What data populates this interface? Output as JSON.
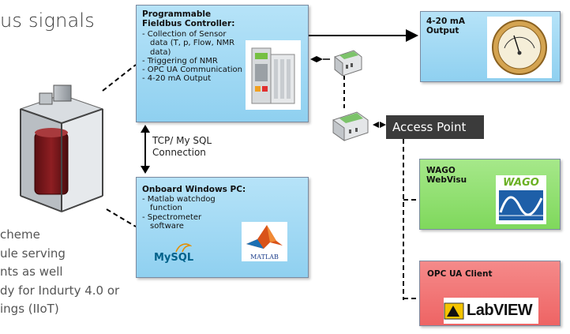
{
  "slide": {
    "title": "us signals",
    "body_lines": [
      "cheme",
      "ule serving",
      "nts as well",
      "dy for Indurty 4.0 or",
      "ings (IIoT)"
    ]
  },
  "controller": {
    "title_line1": "Programmable",
    "title_line2": "Fieldbus Controller:",
    "items": [
      "Collection of Sensor data (T, p, Flow, NMR data)",
      "Triggering of NMR",
      "OPC UA Communication",
      "4-20 mA Output"
    ]
  },
  "connection_label": {
    "line1": "TCP/ My SQL",
    "line2": "Connection"
  },
  "pc": {
    "title": "Onboard Windows PC:",
    "items": [
      "Matlab watchdog function",
      "Spectrometer software"
    ],
    "logo_mysql": "MySQL",
    "logo_matlab": "MATLAB"
  },
  "output": {
    "title_line1": "4-20 mA",
    "title_line2": "Output"
  },
  "access_point": {
    "label": "Access Point"
  },
  "webvisu": {
    "title_line1": "WAGO",
    "title_line2": "WebVisu",
    "logo": "WAGO"
  },
  "opc": {
    "title": "OPC UA Client",
    "logo": "LabVIEW"
  },
  "colors": {
    "blue_box": "#9fd8f3",
    "green_box": "#8ade6a",
    "red_box": "#f07272",
    "access_point": "#3b3b3b"
  }
}
